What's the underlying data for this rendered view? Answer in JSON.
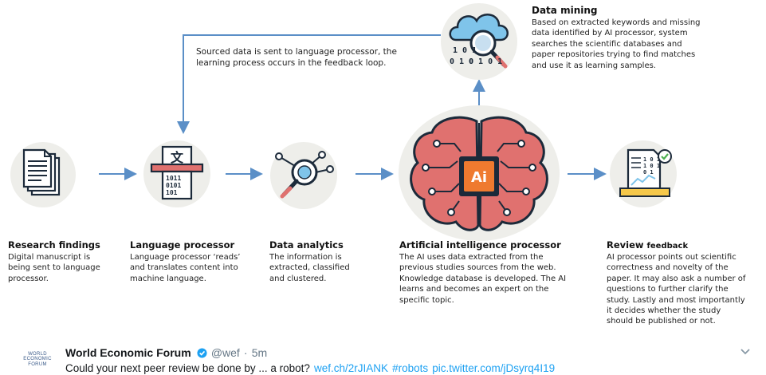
{
  "diagram": {
    "top_note": [
      "Sourced data is sent to language processor, the",
      "learning process occurs in the feedback loop."
    ],
    "data_mining": {
      "title": "Data mining",
      "body": [
        "Based on extracted keywords and missing",
        "data identified by AI processor, system",
        "searches the scientific databases and",
        "paper repositories trying to find matches",
        "and use it as learning samples."
      ],
      "binary": [
        "1 0 1",
        "0 1 0",
        "0 1 0 1"
      ]
    },
    "steps": [
      {
        "title": "Research findings",
        "body": [
          "Digital manuscript is",
          "being sent to language",
          "processor."
        ]
      },
      {
        "title": "Language processor",
        "body": [
          "Language processor ‘reads’",
          "and translates content into",
          "machine language."
        ],
        "glyph": "文",
        "binary": [
          "1011",
          "0101",
          "101"
        ]
      },
      {
        "title": "Data analytics",
        "body": [
          "The information is",
          "extracted, classified",
          "and clustered."
        ]
      },
      {
        "title": "Artificial intelligence processor",
        "body": [
          "The AI uses data extracted from the",
          "previous studies sources from the web.",
          "Knowledge database is developed. The AI",
          "learns and becomes an expert on the",
          "specific topic."
        ],
        "chip_label": "Ai"
      },
      {
        "title": "Review",
        "title_suffix": "feedback",
        "body": [
          "AI processor points out scientific",
          "correctness and novelty of the",
          "paper. It may also ask a number of",
          "questions to further clarify the",
          "study. Lastly and most importantly",
          "it decides whether the study",
          "should be published or not."
        ],
        "binary": [
          "1 0 1",
          "1 0 1",
          "0 1"
        ]
      }
    ],
    "colors": {
      "arrow": "#5b8fc7",
      "circle_bg": "#eeeeea",
      "brain_pink": "#e0716f",
      "chip_orange": "#ef7a2f",
      "cloud_blue": "#7fc4ea"
    }
  },
  "tweet": {
    "logo_lines": [
      "WORLD",
      "ECONOMIC",
      "FORUM"
    ],
    "name": "World Economic Forum",
    "handle": "@wef",
    "separator": "·",
    "time": "5m",
    "text": "Could your next peer review be done by ... a robot?",
    "link1": "wef.ch/2rJIANK",
    "hashtag": "#robots",
    "link2": "pic.twitter.com/jDsyrq4I19"
  }
}
